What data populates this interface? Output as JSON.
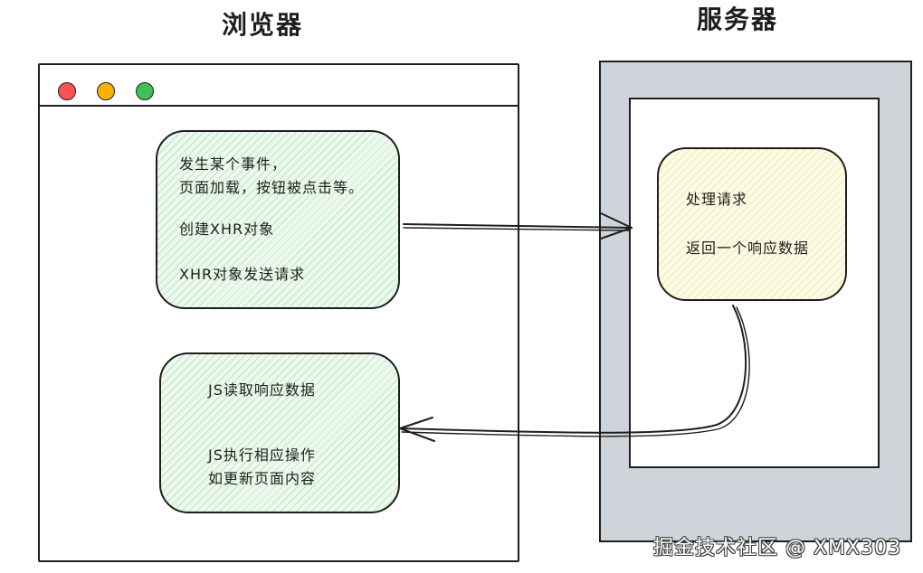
{
  "browser": {
    "title": "浏览器",
    "window_dots": {
      "red": "#fa5252",
      "yellow": "#fab005",
      "green": "#40c057"
    },
    "request_box": {
      "lines": [
        "发生某个事件，",
        "页面加载，按钮被点击等。",
        "创建XHR对象",
        "XHR对象发送请求"
      ]
    },
    "response_box": {
      "lines": [
        "JS读取响应数据",
        "JS执行相应操作",
        "如更新页面内容"
      ]
    }
  },
  "server": {
    "title": "服务器",
    "frame_color": "#ced4da",
    "process_box": {
      "lines": [
        "处理请求",
        "返回一个响应数据"
      ]
    }
  },
  "arrows": {
    "request_arrow": "request-to-server-arrow",
    "response_arrow": "response-to-browser-arrow"
  },
  "watermark": "掘金技术社区 @ XMX303"
}
